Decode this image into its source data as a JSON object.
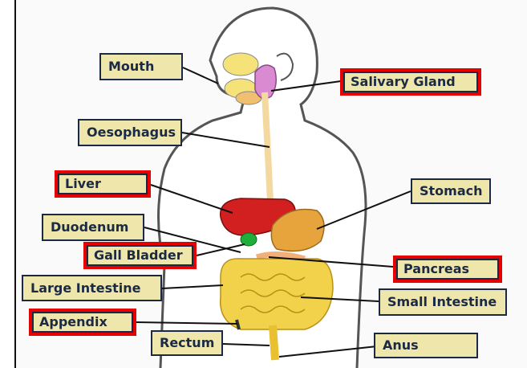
{
  "labels": {
    "mouth": "Mouth",
    "salivary_gland": "Salivary Gland",
    "oesophagus": "Oesophagus",
    "liver": "Liver",
    "stomach": "Stomach",
    "duodenum": "Duodenum",
    "gall_bladder": "Gall Bladder",
    "pancreas": "Pancreas",
    "large_intestine": "Large Intestine",
    "small_intestine": "Small Intestine",
    "appendix": "Appendix",
    "rectum": "Rectum",
    "anus": "Anus"
  },
  "highlighted": [
    "salivary_gland",
    "liver",
    "gall_bladder",
    "pancreas",
    "appendix"
  ],
  "colors": {
    "label_fill": "#efe6ab",
    "label_border": "#1b2a44",
    "highlight_border": "#e60000",
    "skin_outline": "#555555",
    "liver": "#d21f1f",
    "stomach": "#e8a43c",
    "gall_bladder": "#1fae3a",
    "intestine": "#f2d24a",
    "salivary_gland": "#d98ad0",
    "oesophagus": "#f3d9a0"
  }
}
